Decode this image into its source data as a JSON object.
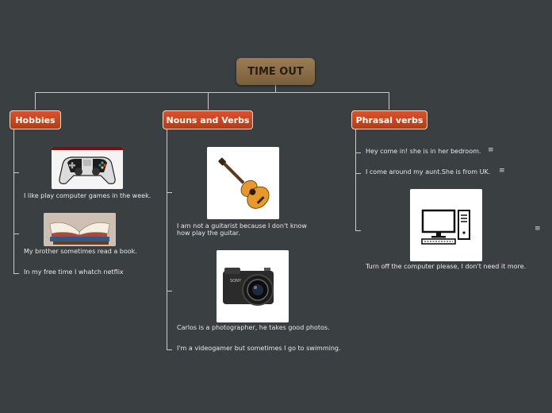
{
  "central": {
    "title": "TIME OUT"
  },
  "topics": [
    {
      "label": "Hobbies",
      "items": [
        "I like play computer games in the week.",
        "My brother sometimes read a book.",
        "In my free time I whatch netflix"
      ]
    },
    {
      "label": "Nouns and Verbs",
      "items": [
        "I am not a guitarist because I don't know how play the guitar.",
        "Carlos is a photographer, he takes good photos.",
        "I'm a videogamer but sometimes I go to swimming."
      ]
    },
    {
      "label": "Phrasal verbs",
      "items": [
        "Hey come in! she is in her bedroom.",
        "I come around my aunt.She is from UK.",
        "Turn off the computer please, I don't need it more."
      ]
    }
  ],
  "icons": {
    "note": "≡",
    "game_controller": "game-controller-icon",
    "book": "book-icon",
    "guitar": "guitar-icon",
    "camera": "camera-icon",
    "computer": "computer-icon"
  },
  "colors": {
    "background": "#3a3f41",
    "central_topic": "#8a6d48",
    "main_topic": "#c9451f",
    "connector": "#c9c9c9"
  }
}
